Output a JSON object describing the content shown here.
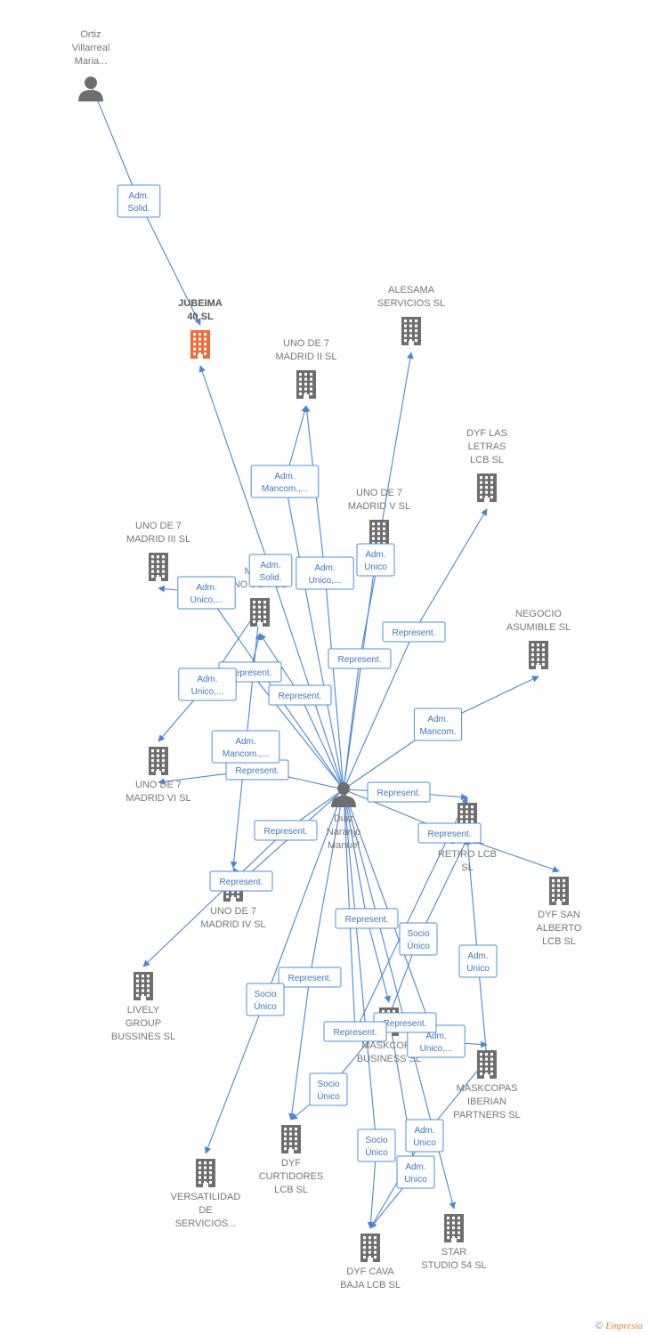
{
  "nodes": [
    {
      "id": "ortiz",
      "kind": "person",
      "label": [
        "Ortiz",
        "Villarreal",
        "Maria..."
      ]
    },
    {
      "id": "jubeima",
      "kind": "company",
      "focus": true,
      "label": [
        "JUBEIMA",
        "40  SL"
      ]
    },
    {
      "id": "alesama",
      "kind": "company",
      "label": [
        "ALESAMA",
        "SERVICIOS SL"
      ]
    },
    {
      "id": "uno2",
      "kind": "company",
      "label": [
        "UNO DE 7",
        "MADRID II  SL"
      ]
    },
    {
      "id": "dyflas",
      "kind": "company",
      "label": [
        "DYF LAS",
        "LETRAS",
        "LCB  SL"
      ]
    },
    {
      "id": "uno5",
      "kind": "company",
      "label": [
        "UNO DE 7",
        "MADRID V  SL"
      ]
    },
    {
      "id": "uno3",
      "kind": "company",
      "label": [
        "UNO DE 7",
        "MADRID III  SL"
      ]
    },
    {
      "id": "marisa",
      "kind": "company",
      "label": [
        "MARIS",
        "NO DE 7  SL"
      ]
    },
    {
      "id": "negocio",
      "kind": "company",
      "label": [
        "NEGOCIO",
        "ASUMIBLE SL"
      ]
    },
    {
      "id": "uno6",
      "kind": "company",
      "label": [
        "UNO DE 7",
        "MADRID VI  SL"
      ]
    },
    {
      "id": "diaz",
      "kind": "person",
      "label": [
        "Diaz",
        "Naranjo",
        "Manuel"
      ]
    },
    {
      "id": "retiro",
      "kind": "company",
      "label": [
        "DYF EL",
        "RETIRO LCB",
        "SL"
      ]
    },
    {
      "id": "dyfsan",
      "kind": "company",
      "label": [
        "DYF SAN",
        "ALBERTO",
        "LCB  SL"
      ]
    },
    {
      "id": "uno4",
      "kind": "company",
      "label": [
        "UNO DE 7",
        "MADRID IV  SL"
      ]
    },
    {
      "id": "lively",
      "kind": "company",
      "label": [
        "LIVELY",
        "GROUP",
        "BUSSINES  SL"
      ]
    },
    {
      "id": "maskbus",
      "kind": "company",
      "label": [
        "MASKCOPA",
        "BUSINESS  SL"
      ]
    },
    {
      "id": "maskib",
      "kind": "company",
      "label": [
        "MASKCOPAS",
        "IBERIAN",
        "PARTNERS  SL"
      ]
    },
    {
      "id": "curtid",
      "kind": "company",
      "label": [
        "DYF",
        "CURTIDORES",
        "LCB  SL"
      ]
    },
    {
      "id": "versat",
      "kind": "company",
      "label": [
        "VERSATILIDAD",
        "DE",
        "SERVICIOS..."
      ]
    },
    {
      "id": "star",
      "kind": "company",
      "label": [
        "STAR",
        "STUDIO 54  SL"
      ]
    },
    {
      "id": "cava",
      "kind": "company",
      "label": [
        "DYF CAVA",
        "BAJA LCB  SL"
      ]
    }
  ],
  "edges": [
    {
      "from": "ortiz",
      "to": "jubeima",
      "label": [
        "Adm.",
        "Solid."
      ]
    },
    {
      "from": "diaz",
      "to": "jubeima",
      "label": [
        "Adm.",
        "Solid."
      ]
    },
    {
      "from": "diaz",
      "to": "uno2",
      "label": [
        "Adm.",
        "Mancom.,..."
      ]
    },
    {
      "from": "diaz",
      "to": "uno2",
      "label": [
        "Adm.",
        "Unico,..."
      ]
    },
    {
      "from": "diaz",
      "to": "alesama",
      "label": [
        "Adm.",
        "Unico"
      ]
    },
    {
      "from": "diaz",
      "to": "uno5",
      "label": [
        "Represent."
      ]
    },
    {
      "from": "diaz",
      "to": "dyflas",
      "label": [
        "Represent."
      ]
    },
    {
      "from": "diaz",
      "to": "uno3",
      "label": [
        "Adm.",
        "Unico,..."
      ]
    },
    {
      "from": "diaz",
      "to": "marisa",
      "label": [
        "Represent."
      ]
    },
    {
      "from": "diaz",
      "to": "marisa",
      "label": [
        "Represent."
      ]
    },
    {
      "from": "diaz",
      "to": "uno6",
      "label": [
        "Represent."
      ]
    },
    {
      "from": "marisa",
      "to": "uno6",
      "label": [
        "Adm.",
        "Unico,..."
      ]
    },
    {
      "from": "marisa",
      "to": "uno4",
      "label": [
        "Adm.",
        "Mancom.,..."
      ]
    },
    {
      "from": "diaz",
      "to": "negocio",
      "label": [
        "Adm.",
        "Mancom."
      ]
    },
    {
      "from": "diaz",
      "to": "retiro",
      "label": [
        "Represent."
      ]
    },
    {
      "from": "diaz",
      "to": "dyfsan",
      "label": [
        "Represent."
      ]
    },
    {
      "from": "diaz",
      "to": "uno4",
      "label": [
        "Represent."
      ]
    },
    {
      "from": "diaz",
      "to": "lively",
      "label": [
        "Represent."
      ]
    },
    {
      "from": "diaz",
      "to": "maskbus",
      "label": [
        "Represent."
      ]
    },
    {
      "from": "maskbus",
      "to": "retiro",
      "label": [
        "Socio",
        "Único"
      ]
    },
    {
      "from": "maskib",
      "to": "retiro",
      "label": [
        "Adm.",
        "Unico"
      ]
    },
    {
      "from": "diaz",
      "to": "maskib",
      "label": [
        "Adm.",
        "Unico,..."
      ]
    },
    {
      "from": "diaz",
      "to": "curtid",
      "label": [
        "Represent."
      ]
    },
    {
      "from": "diaz",
      "to": "versat",
      "label": [
        "Socio",
        "Único"
      ]
    },
    {
      "from": "maskbus",
      "to": "curtid",
      "label": [
        "Socio",
        "Único"
      ]
    },
    {
      "from": "diaz",
      "to": "star",
      "label": [
        "Represent."
      ]
    },
    {
      "from": "diaz",
      "to": "cava",
      "label": [
        "Socio",
        "Único"
      ]
    },
    {
      "from": "maskib",
      "to": "cava",
      "label": [
        "Adm.",
        "Unico"
      ]
    },
    {
      "from": "maskbus",
      "to": "cava",
      "label": [
        "Adm.",
        "Unico"
      ]
    },
    {
      "from": "diaz",
      "to": "retiro",
      "label": [
        "Represent."
      ]
    }
  ],
  "colors": {
    "edge": "#4a86d8",
    "company": "#6e6e6e",
    "focus": "#f26a35",
    "person": "#6e6e6e"
  },
  "watermark": {
    "symbol": "©",
    "brand": "Empresia"
  }
}
